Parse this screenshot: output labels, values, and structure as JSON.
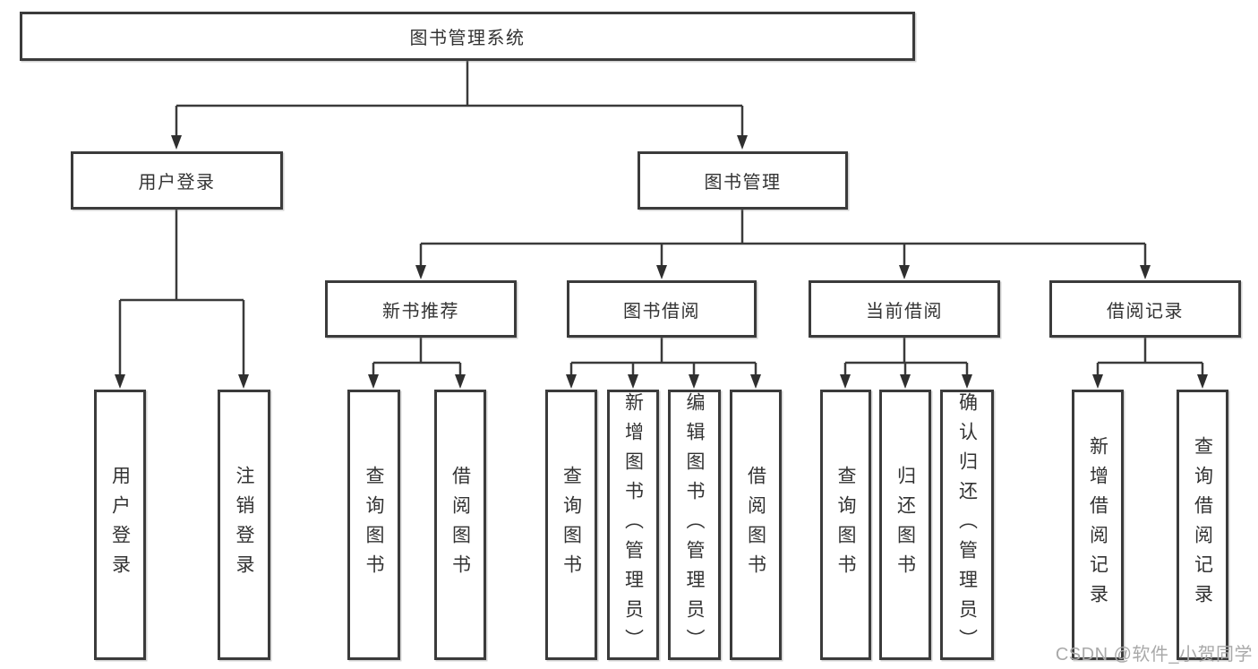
{
  "diagram": {
    "root": "图书管理系统",
    "branches": [
      {
        "label": "用户登录",
        "children": [
          "用户登录",
          "注销登录"
        ]
      },
      {
        "label": "图书管理",
        "sections": [
          {
            "label": "新书推荐",
            "children": [
              "查询图书",
              "借阅图书"
            ]
          },
          {
            "label": "图书借阅",
            "children": [
              "查询图书",
              "新增图书（管理员）",
              "编辑图书（管理员）",
              "借阅图书"
            ]
          },
          {
            "label": "当前借阅",
            "children": [
              "查询图书",
              "归还图书",
              "确认归还（管理员）"
            ]
          },
          {
            "label": "借阅记录",
            "children": [
              "新增借阅记录",
              "查询借阅记录"
            ]
          }
        ]
      }
    ],
    "watermark": "CSDN @软件_小贺同学",
    "colors": {
      "line": "#3a3a3a",
      "border": "#3b3b3b",
      "text": "#333333",
      "watermark": "#a9a9a9",
      "background": "#ffffff"
    }
  }
}
